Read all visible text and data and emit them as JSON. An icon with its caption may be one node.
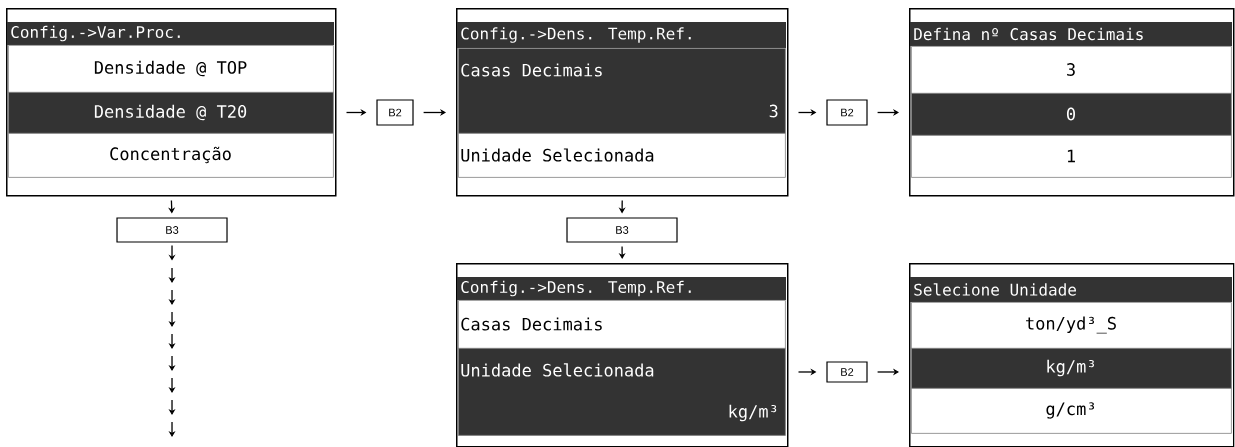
{
  "diagram": {
    "nodes": [
      {
        "text": [
          "Config.->Var.Proc."
        ]
      },
      {
        "text": [
          "Densidade @ TOP"
        ],
        "in": 0
      },
      {
        "text": [
          "Densidade @ T20"
        ],
        "in": 0
      },
      {
        "text": [
          "Concentração"
        ],
        "in": 0
      },
      {
        "text": [
          "B2"
        ]
      },
      {
        "text": [
          "Config.->Dens. Temp.Ref."
        ]
      },
      {
        "text": [
          "Casas Decimais",
          "3"
        ],
        "in": 5
      },
      {
        "text": [
          "Unidade Selecionada"
        ],
        "in": 5
      },
      {
        "text": [
          "B2"
        ]
      },
      {
        "text": [
          "Defina nº Casas Decimais"
        ]
      },
      {
        "text": [
          "3"
        ],
        "in": 9
      },
      {
        "text": [
          "0"
        ],
        "in": 9
      },
      {
        "text": [
          "1"
        ],
        "in": 9
      },
      {
        "text": [
          "B3"
        ]
      },
      {
        "text": [
          "B3"
        ]
      },
      {
        "text": [
          "Config.->Dens. Temp.Ref."
        ]
      },
      {
        "text": [
          "Casas Decimais"
        ],
        "in": 15
      },
      {
        "text": [
          "Unidade Selecionada",
          "kg/m³"
        ],
        "in": 15
      },
      {
        "text": [
          "B2"
        ]
      },
      {
        "text": [
          "Selecione Unidade"
        ]
      },
      {
        "text": [
          "ton/yd³_S"
        ],
        "in": 19
      },
      {
        "text": [
          "kg/m³"
        ],
        "in": 19
      },
      {
        "text": [
          "g/cm³"
        ],
        "in": 19
      }
    ],
    "edges": [
      {
        "from": 0,
        "to": 4,
        "arrow": "to"
      },
      {
        "from": 4,
        "to": 5,
        "arrow": "to"
      },
      {
        "from": 5,
        "to": 8,
        "arrow": "to"
      },
      {
        "from": 8,
        "to": 9,
        "arrow": "to"
      },
      {
        "from": 0,
        "to": 13,
        "arrow": "to"
      },
      {
        "from": 13,
        "to": null,
        "arrow": "to"
      },
      {
        "from": 5,
        "to": 14,
        "arrow": "to"
      },
      {
        "from": 14,
        "to": 15,
        "arrow": "to"
      },
      {
        "from": 15,
        "to": 18,
        "arrow": "to"
      },
      {
        "from": 18,
        "to": 19,
        "arrow": "to"
      }
    ]
  }
}
